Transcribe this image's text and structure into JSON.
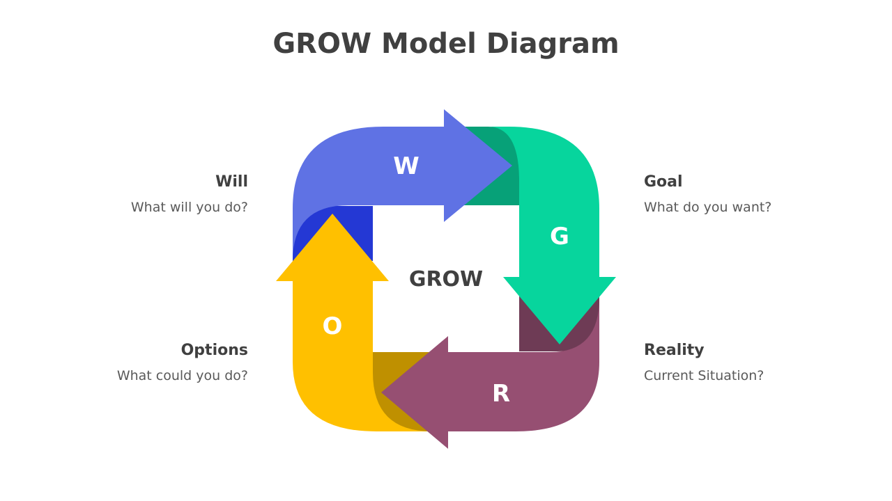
{
  "title": "GROW Model Diagram",
  "center_label": "GROW",
  "stages": {
    "will": {
      "letter": "W",
      "heading": "Will",
      "description": "What will you do?",
      "color": "#5F72E4",
      "shade": "#2438D4"
    },
    "goal": {
      "letter": "G",
      "heading": "Goal",
      "description": "What do you want?",
      "color": "#07D59D",
      "shade": "#07A178"
    },
    "reality": {
      "letter": "R",
      "heading": "Reality",
      "description": "Current Situation?",
      "color": "#964F72",
      "shade": "#6E3B55"
    },
    "options": {
      "letter": "O",
      "heading": "Options",
      "description": "What could you do?",
      "color": "#FFC000",
      "shade": "#BF9000"
    }
  }
}
